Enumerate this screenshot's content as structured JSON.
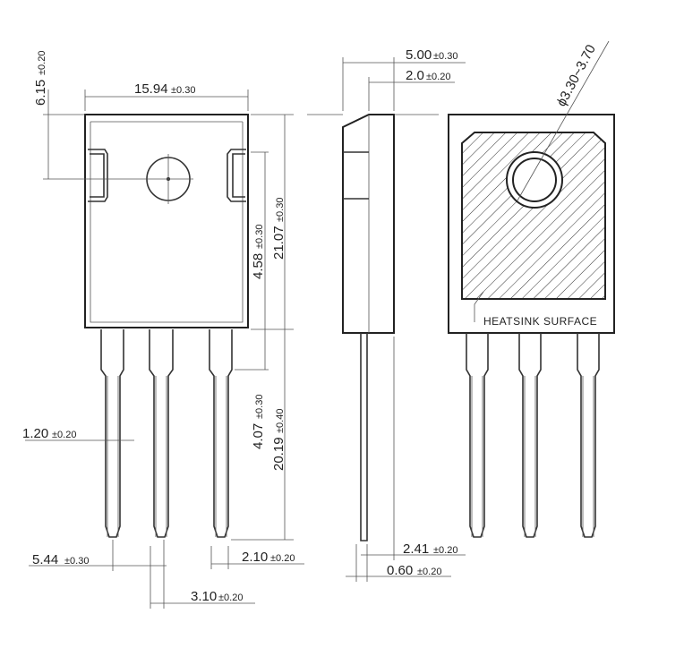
{
  "diagram": {
    "front_view": {
      "width_main": "15.94",
      "tol_030": "±0.30",
      "tol_020": "±0.20",
      "tol_040": "±0.40",
      "top_offset_main": "6.15",
      "hole_pos_main": "4.58",
      "body_height_main": "21.07",
      "lead_width_main": "1.20",
      "lead_shoulder_main": "4.07",
      "lead_length_main": "20.19",
      "pitch_main": "5.44",
      "shoulder_width_main": "2.10",
      "lead_span_main": "3.10"
    },
    "side_view": {
      "thickness_main": "5.00",
      "tab_thickness_main": "2.0",
      "lead_offset_main": "2.41",
      "lead_thickness_main": "0.60"
    },
    "back_view": {
      "hole_dia": "ϕ3.30~3.70",
      "heatsink_label": "HEATSINK SURFACE"
    }
  }
}
